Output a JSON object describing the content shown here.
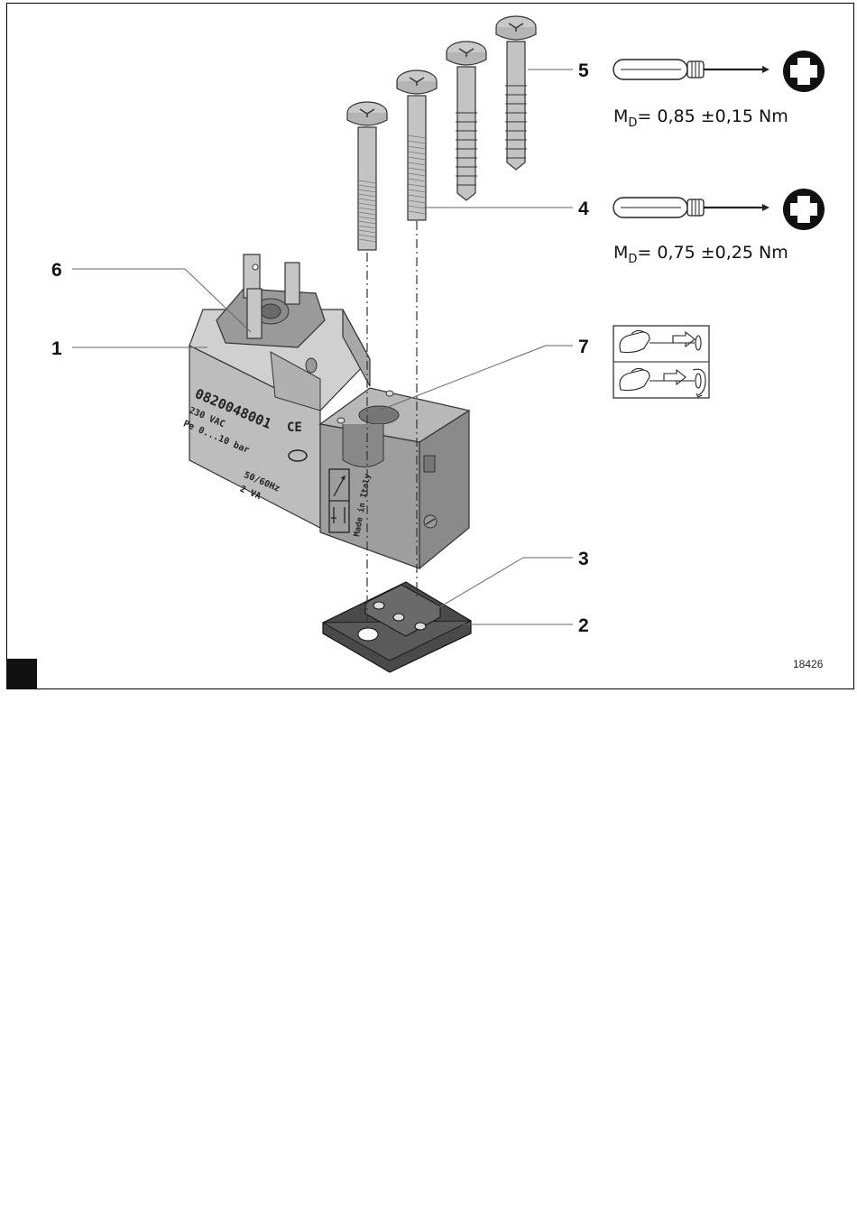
{
  "callouts": {
    "c1": "1",
    "c2": "2",
    "c3": "3",
    "c4": "4",
    "c5": "5",
    "c6": "6",
    "c7": "7"
  },
  "torque": {
    "upper_symbol": "M",
    "upper_sub": "D",
    "upper_value": "= 0,85 ±0,15 Nm",
    "lower_symbol": "M",
    "lower_sub": "D",
    "lower_value": "= 0,75 ±0,25 Nm"
  },
  "valve_label": {
    "part_number": "0820048001",
    "voltage": "230 VAC",
    "pressure": "Pe 0...10 bar",
    "frequency": "50/60Hz",
    "power": "2 VA",
    "ce_mark": "CE",
    "origin": "Made in Italy"
  },
  "figure_number": "18426",
  "icons": {
    "screwdriver": "phillips-screwdriver-icon",
    "drive": "phillips-cross-icon",
    "instruction": "screwdriving-instruction-icon"
  },
  "colors": {
    "body_light": "#bdbdbd",
    "body_mid": "#a3a3a3",
    "body_dark": "#8a8a8a",
    "plate": "#4a4a4a",
    "outline": "#111111"
  }
}
